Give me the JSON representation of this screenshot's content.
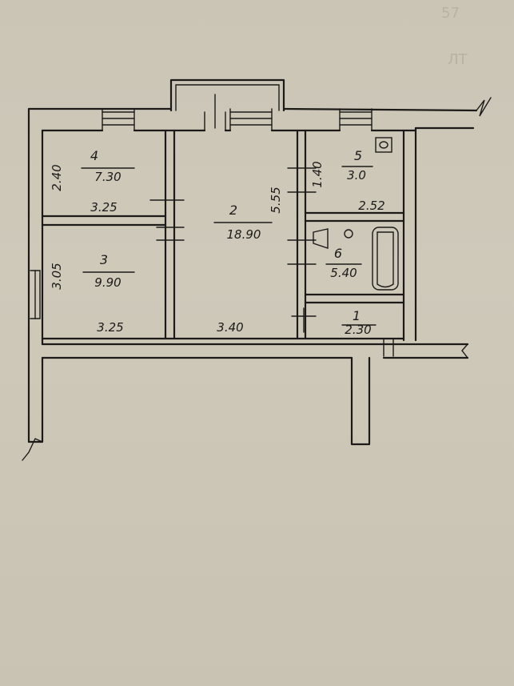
{
  "rooms": [
    {
      "id": "4",
      "area": "7.30",
      "dims": [
        "2.40",
        "3.25"
      ]
    },
    {
      "id": "3",
      "area": "9.90",
      "dims": [
        "3.05",
        "3.25"
      ]
    },
    {
      "id": "2",
      "area": "18.90",
      "dims": [
        "5.55",
        "3.40"
      ]
    },
    {
      "id": "5",
      "area": "3.0",
      "dims": [
        "1.40",
        "2.52"
      ]
    },
    {
      "id": "6",
      "area": "5.40",
      "dims": []
    },
    {
      "id": "1",
      "area": "2.30",
      "dims": []
    }
  ],
  "colors": {
    "ink": "#1c1b19",
    "paper": "#cbc5b6"
  }
}
